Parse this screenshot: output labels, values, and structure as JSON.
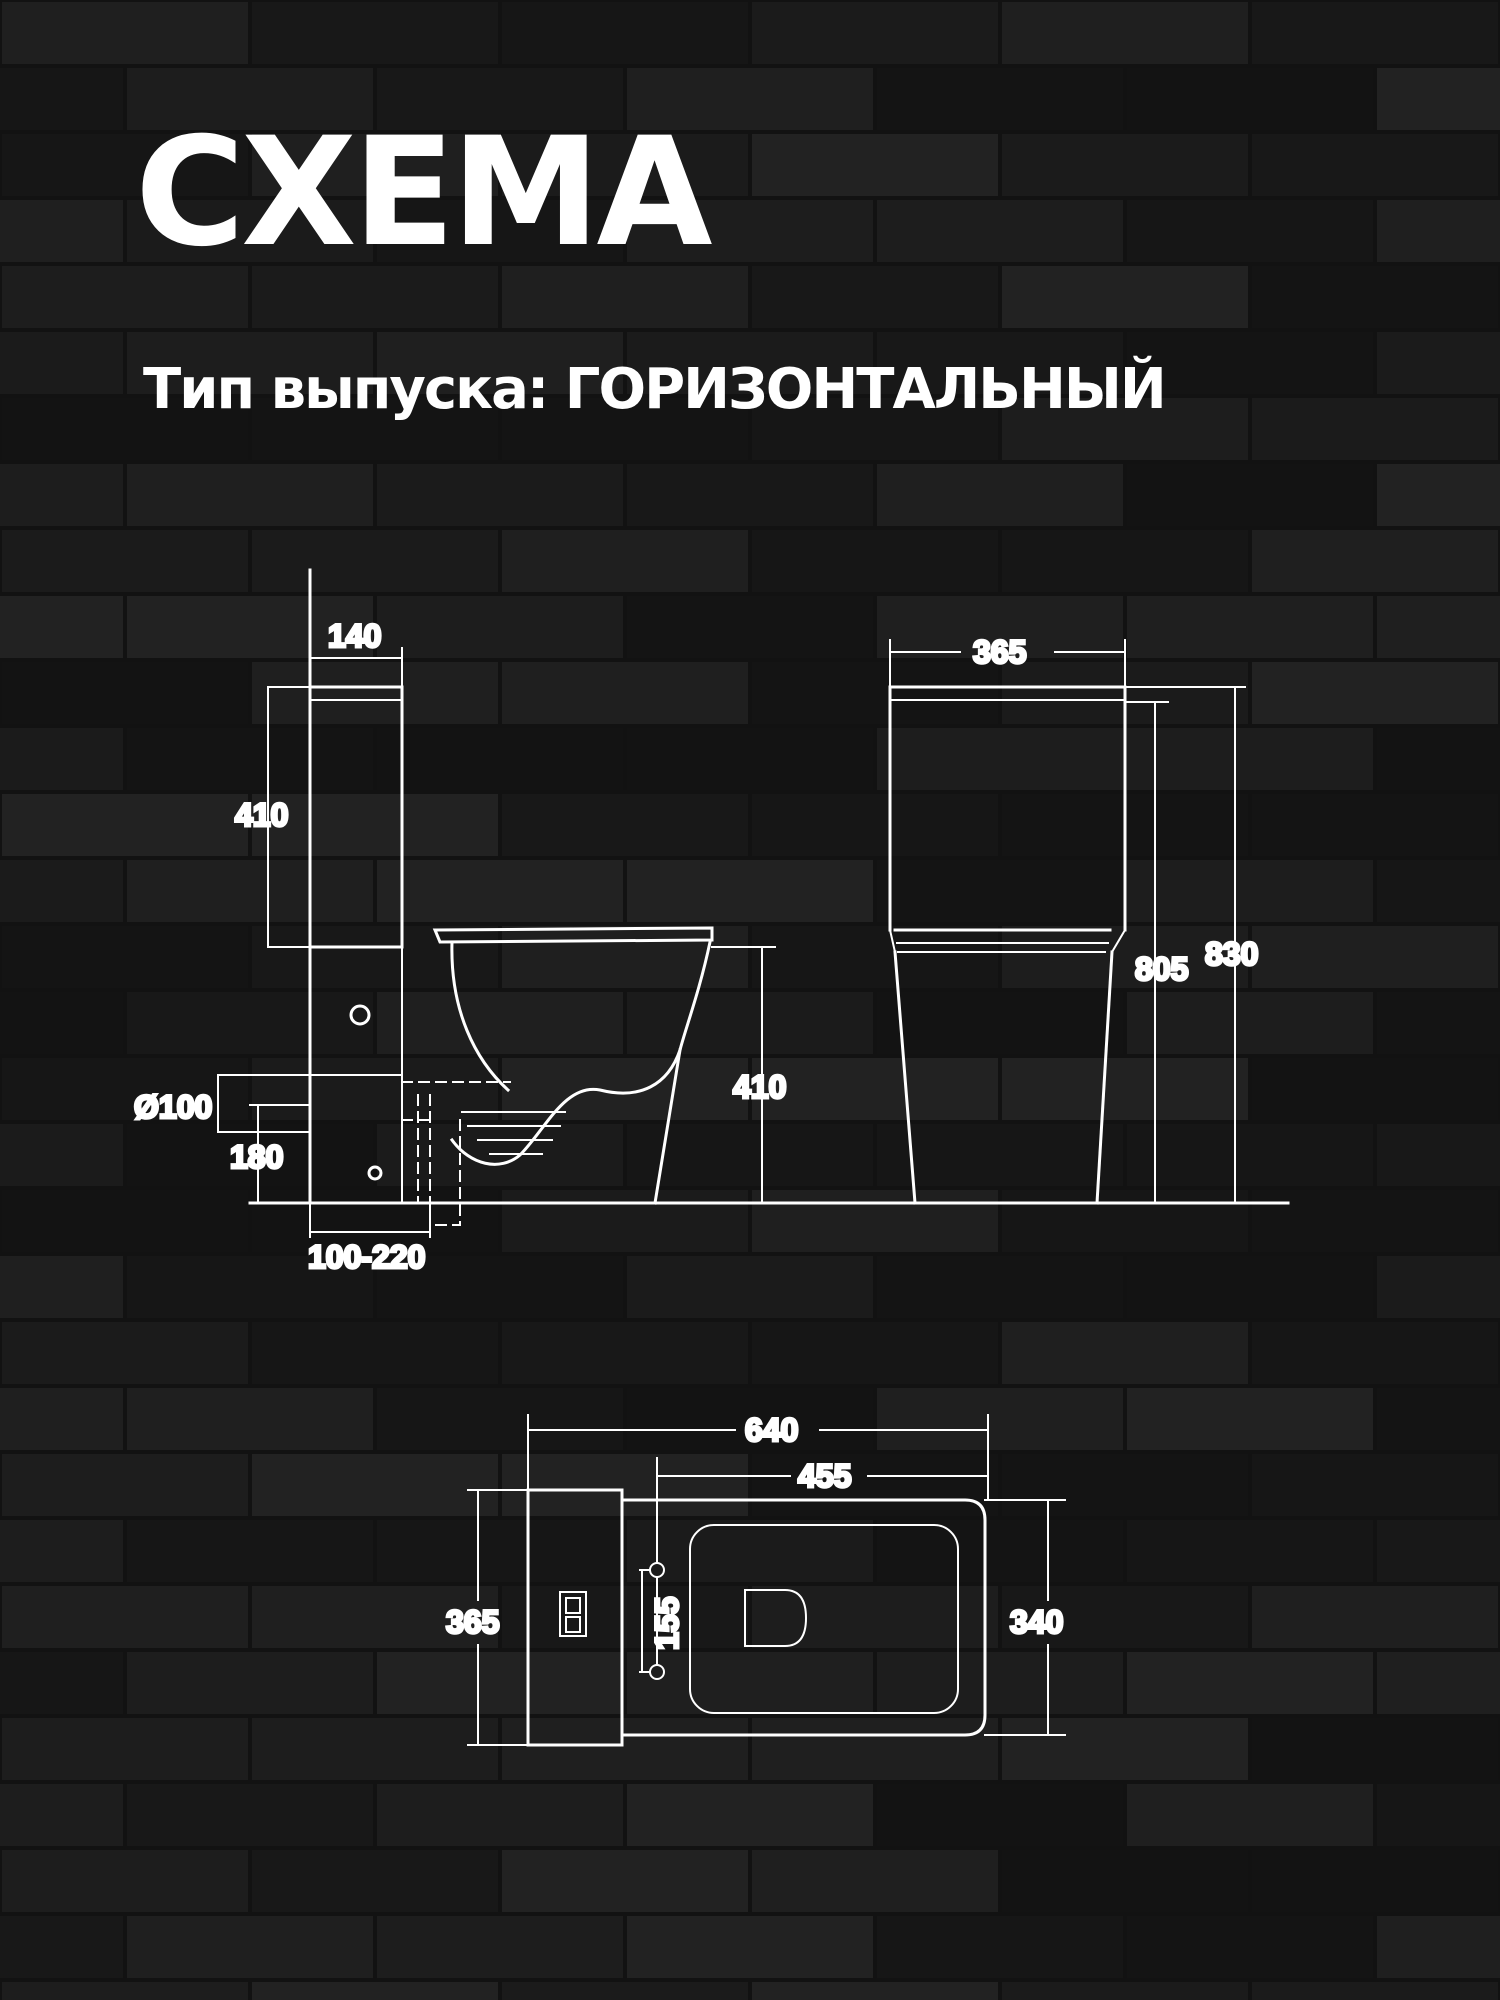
{
  "page": {
    "title": "СХЕМА",
    "subtitle": "Тип выпуска: ГОРИЗОНТАЛЬНЫЙ"
  },
  "colors": {
    "background": "#121212",
    "line": "#ffffff"
  },
  "side_view": {
    "tank_depth": "140",
    "tank_height": "410",
    "bowl_height": "410",
    "outlet_diameter": "Ø100",
    "outlet_height": "180",
    "wall_distance": "100-220"
  },
  "front_view": {
    "width": "365",
    "seat_height": "805",
    "total_height": "830"
  },
  "top_view": {
    "total_length": "640",
    "bowl_length": "455",
    "width": "365",
    "bowl_width": "340",
    "fixing_distance": "155"
  }
}
